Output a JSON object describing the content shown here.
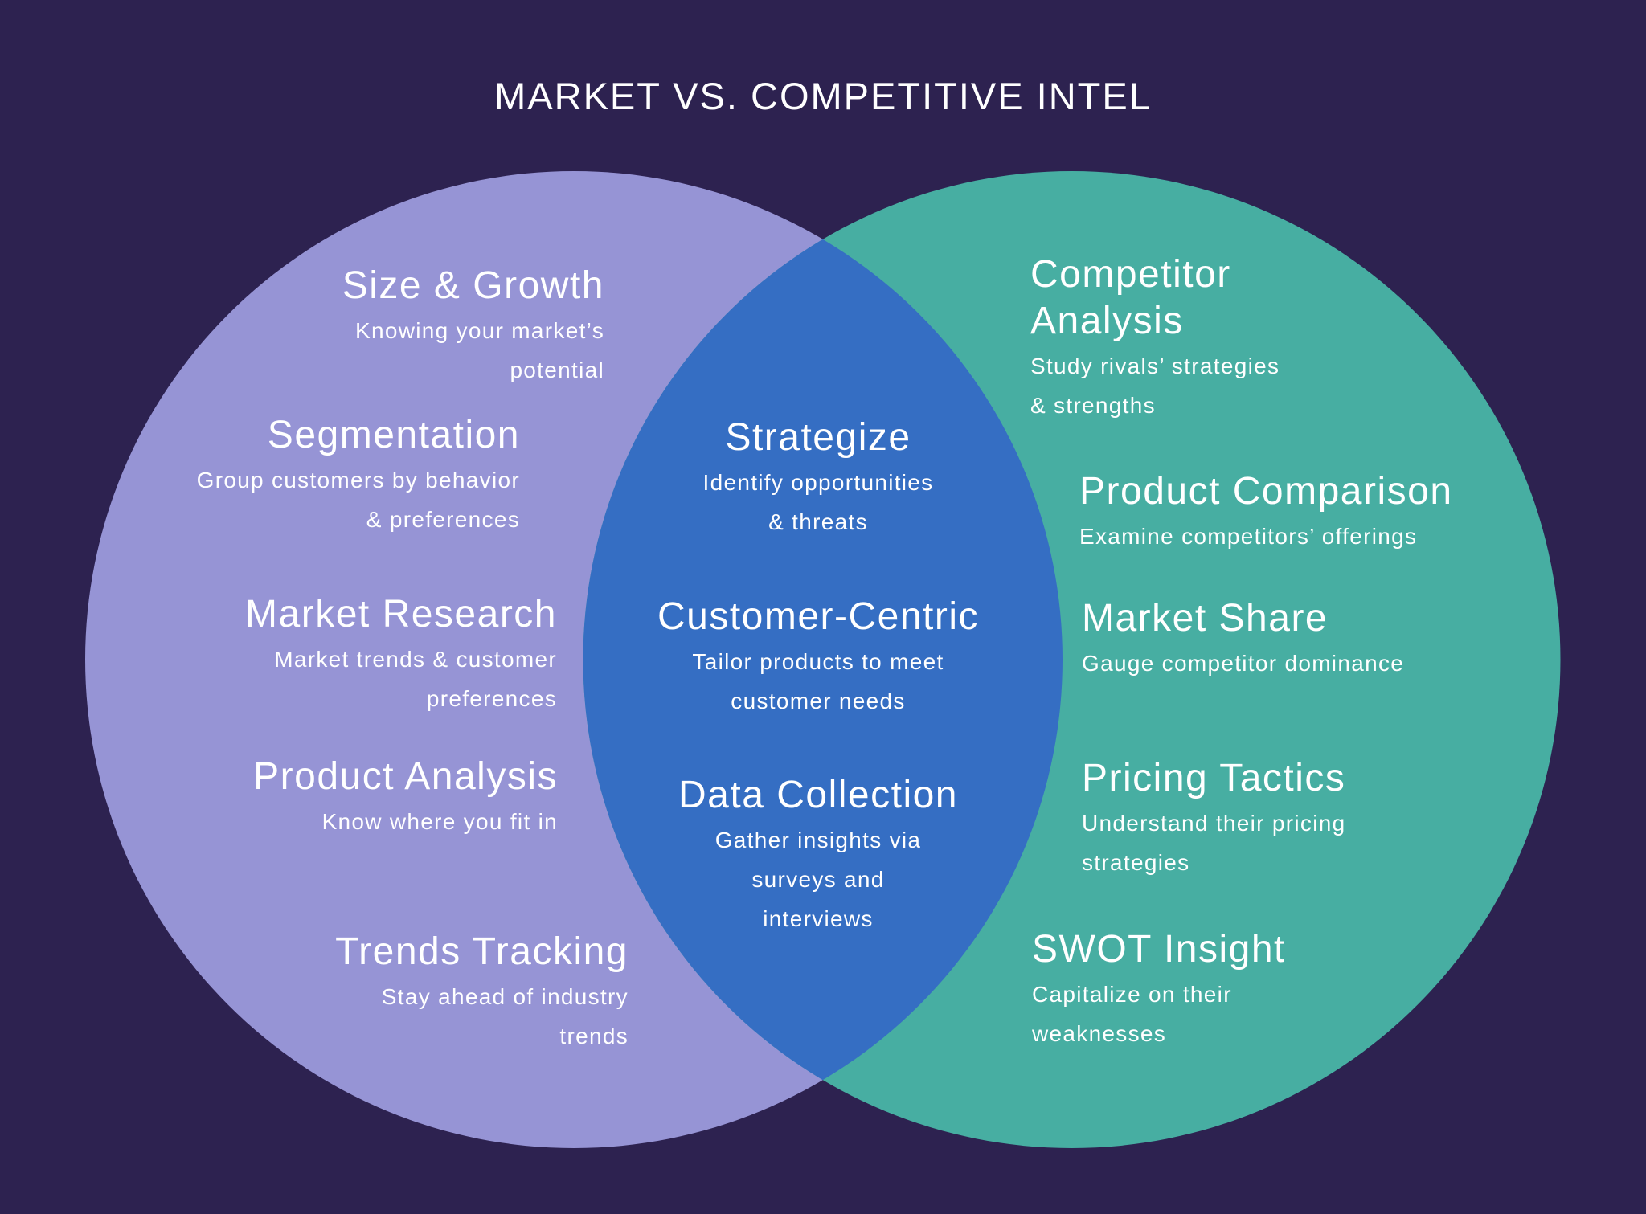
{
  "title": "MARKET VS. COMPETITIVE INTEL",
  "colors": {
    "background": "#2D2250",
    "market_circle": "#9694D5",
    "competitive_circle": "#47AEA2",
    "overlap": "#356EC3",
    "text": "#FFFFFF"
  },
  "market": {
    "items": [
      {
        "heading": "Size & Growth",
        "lines": [
          "Knowing your market’s",
          "potential"
        ]
      },
      {
        "heading": "Segmentation",
        "lines": [
          "Group customers by behavior",
          "& preferences"
        ]
      },
      {
        "heading": "Market Research",
        "lines": [
          "Market trends & customer",
          "preferences"
        ]
      },
      {
        "heading": "Product Analysis",
        "lines": [
          "Know where you fit in"
        ]
      },
      {
        "heading": "Trends Tracking",
        "lines": [
          "Stay ahead of industry",
          "trends"
        ]
      }
    ]
  },
  "overlap": {
    "items": [
      {
        "heading": "Strategize",
        "lines": [
          "Identify opportunities",
          "& threats"
        ]
      },
      {
        "heading": "Customer-Centric",
        "lines": [
          "Tailor products to meet",
          "customer needs"
        ]
      },
      {
        "heading": "Data Collection",
        "lines": [
          "Gather insights via",
          "surveys and",
          "interviews"
        ]
      }
    ]
  },
  "competitive": {
    "items": [
      {
        "heading_lines": [
          "Competitor",
          "Analysis"
        ],
        "lines": [
          "Study rivals’ strategies",
          "& strengths"
        ]
      },
      {
        "heading": "Product Comparison",
        "lines": [
          "Examine competitors’ offerings"
        ]
      },
      {
        "heading": "Market Share",
        "lines": [
          "Gauge competitor dominance"
        ]
      },
      {
        "heading": "Pricing Tactics",
        "lines": [
          "Understand their pricing",
          "strategies"
        ]
      },
      {
        "heading": "SWOT Insight",
        "lines": [
          "Capitalize on their",
          "weaknesses"
        ]
      }
    ]
  }
}
